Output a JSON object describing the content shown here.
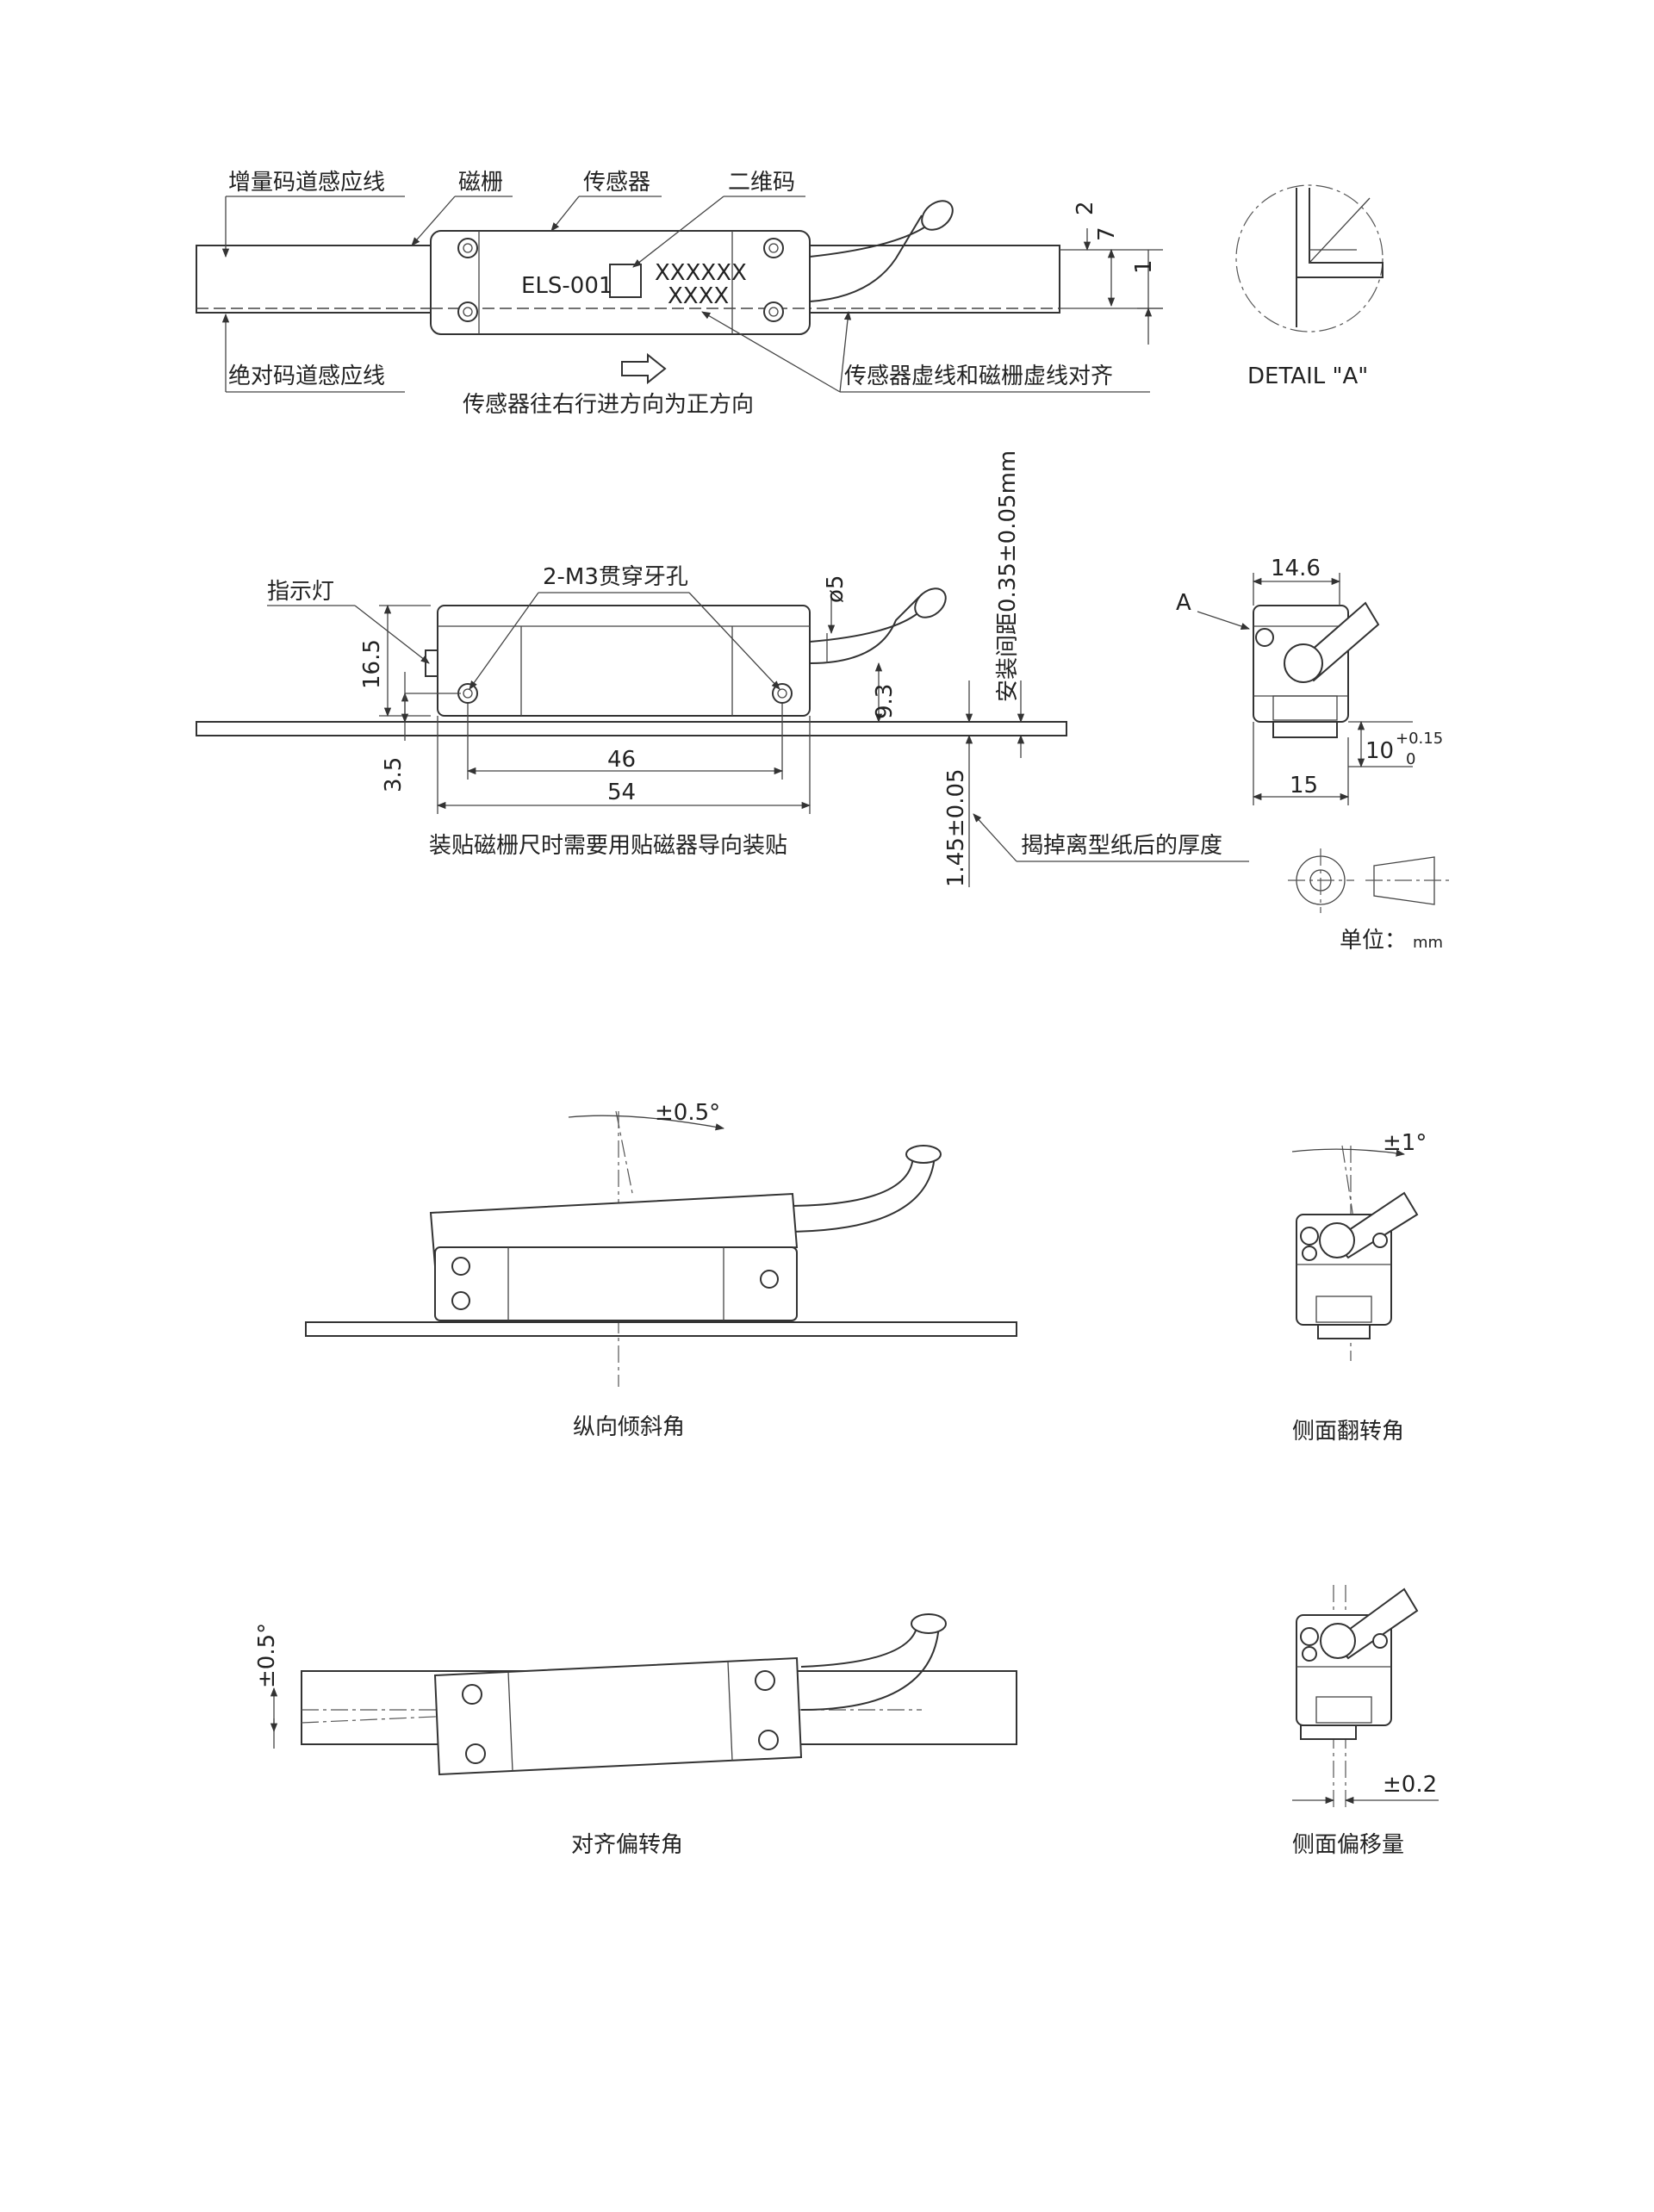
{
  "top_view": {
    "label_incremental": "增量码道感应线",
    "label_scale": "磁栅",
    "label_sensor": "传感器",
    "label_qr": "二维码",
    "model": "ELS-001",
    "code_line1": "XXXXXX",
    "code_line2": "XXXX",
    "label_absolute": "绝对码道感应线",
    "label_direction": "传感器往右行进方向为正方向",
    "label_align": "传感器虚线和磁栅虚线对齐",
    "dim_2": "2",
    "dim_7": "7",
    "dim_1": "1"
  },
  "detail": {
    "title": "DETAIL \"A\""
  },
  "front_view": {
    "label_indicator": "指示灯",
    "label_holes": "2-M3贯穿牙孔",
    "dim_phi5": "ø5",
    "dim_16_5": "16.5",
    "dim_9_3": "9.3",
    "dim_3_5": "3.5",
    "dim_46": "46",
    "dim_54": "54",
    "label_install_gap": "安装间距0.35±0.05mm",
    "dim_1_45": "1.45±0.05",
    "label_thickness": "揭掉离型纸后的厚度",
    "label_install_note": "装贴磁栅尺时需要用贴磁器导向装贴"
  },
  "side_view": {
    "label_a": "A",
    "dim_14_6": "14.6",
    "dim_10": "10",
    "dim_10_upper": "+0.15",
    "dim_10_lower": "0",
    "dim_15": "15",
    "unit_label": "单位：",
    "unit_value": "mm"
  },
  "tolerances": {
    "pitch_value": "±0.5°",
    "pitch_caption": "纵向倾斜角",
    "roll_value": "±1°",
    "roll_caption": "侧面翻转角",
    "yaw_value": "±0.5°",
    "yaw_caption": "对齐偏转角",
    "offset_value": "±0.2",
    "offset_caption": "侧面偏移量"
  }
}
